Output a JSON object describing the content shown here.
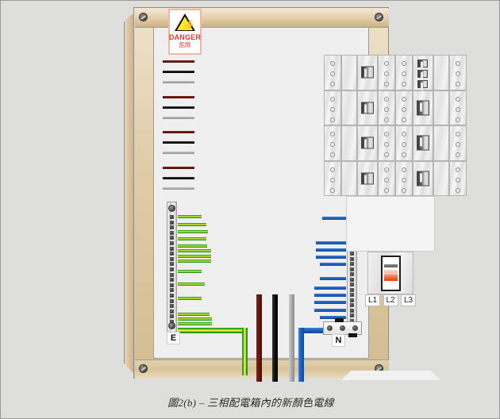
{
  "caption": "圖2(b) – 三相配電箱內的新顏色電線",
  "enclosure": {
    "name": "three-phase distribution board",
    "frame_color": "#ddc79f",
    "backplate_color": "#efefef"
  },
  "danger_sign": {
    "title": "DANGER",
    "subtitle": "危險",
    "symbol": "lightning-bolt",
    "text_color": "#e8342a",
    "triangle_fill": "#ffe81f"
  },
  "main_breaker": {
    "label": "main-isolator",
    "handle_color": "#ef5f33",
    "phase_labels": [
      "L1",
      "L2",
      "L3"
    ]
  },
  "bars": {
    "earth": {
      "label": "E",
      "wire_color_name": "green-yellow",
      "wire_color": "#2faa1e",
      "stripe_color": "#e9e43a"
    },
    "neutral": {
      "label": "N",
      "wire_color_name": "blue",
      "wire_color": "#1e60ba"
    }
  },
  "wire_colors": {
    "L1": "#6d1712",
    "L2": "#111111",
    "L3": "#a9a9a9",
    "N": "#1e60ba",
    "E": "#2faa1e"
  },
  "breaker_rows": [
    {
      "left_wires": [
        "brown",
        "black",
        "grey"
      ],
      "right_wires": [
        "brown",
        "brown",
        "brown"
      ]
    },
    {
      "left_wires": [
        "brown",
        "black",
        "grey"
      ],
      "right_wires": [
        "brown",
        "black",
        "grey"
      ]
    },
    {
      "left_wires": [
        "brown",
        "black",
        "grey"
      ],
      "right_wires": [
        "brown",
        "black",
        "grey"
      ]
    },
    {
      "left_wires": [
        "brown",
        "black",
        "grey"
      ],
      "right_wires": [
        "brown",
        "black",
        "grey"
      ]
    }
  ],
  "outgoing_cables": [
    "E",
    "L1",
    "L2",
    "L3",
    "N"
  ]
}
